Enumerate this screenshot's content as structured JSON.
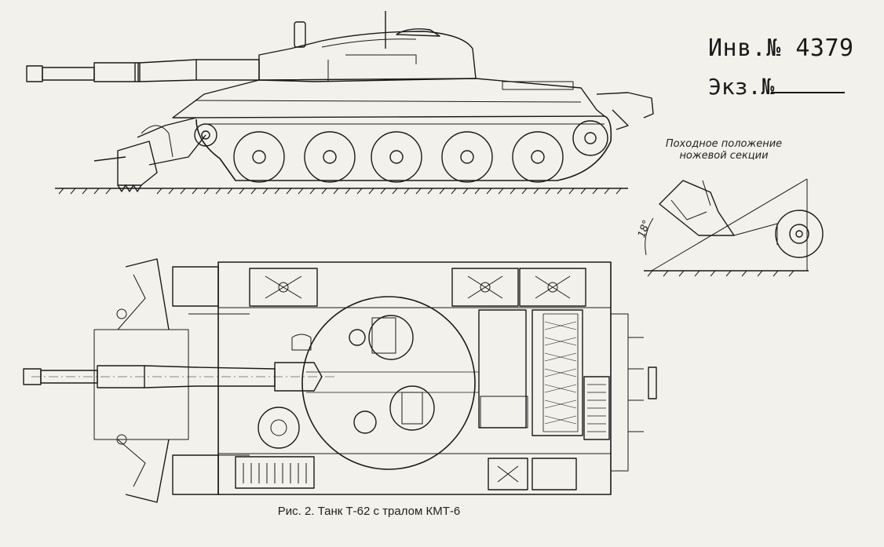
{
  "header": {
    "inventory_label": "Инв.№ 4379",
    "copy_label": "Экз.№"
  },
  "side_view_note": {
    "line1": "Походное положение",
    "line2": "ножевой секции",
    "angle": "18°"
  },
  "caption": "Рис. 2. Танк Т-62 с тралом КМТ-6",
  "colors": {
    "paper": "#f3f1ec",
    "ink": "#1a1a1a"
  }
}
